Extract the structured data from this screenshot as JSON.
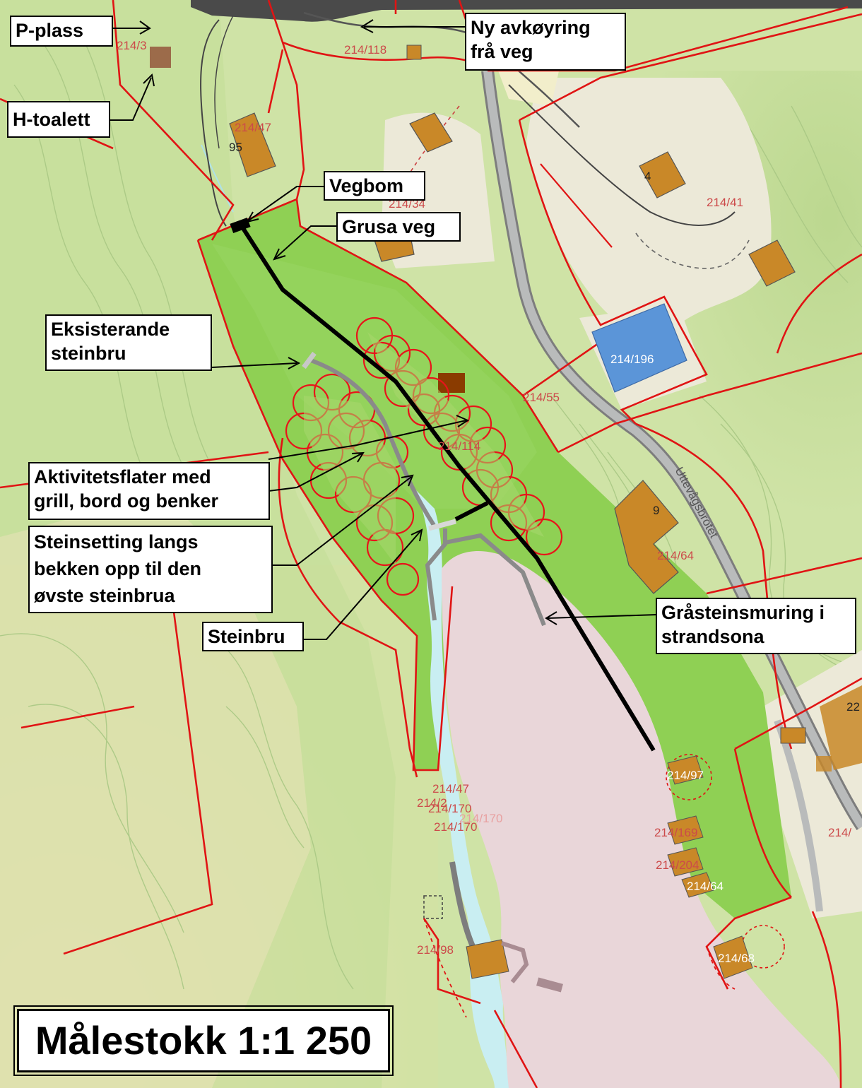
{
  "labels": {
    "p_plass": "P-plass",
    "ny_avkoyring_1": "Ny avkøyring",
    "ny_avkoyring_2": "frå veg",
    "h_toalett": "H-toalett",
    "vegbom": "Vegbom",
    "grusa_veg": "Grusa veg",
    "steinbru_eks_1": "Eksisterande",
    "steinbru_eks_2": "steinbru",
    "aktivitet_1": "Aktivitetsflater med",
    "aktivitet_2": "grill, bord og benker",
    "steinsetting_1": "Steinsetting langs",
    "steinsetting_2": "bekken opp til den",
    "steinsetting_3": "øvste steinbrua",
    "steinbru": "Steinbru",
    "grastein_1": "Gråsteinsmuring i",
    "grastein_2": "strandsona"
  },
  "scale": "Målestokk 1:1 250",
  "road_name": "Uttevågsbrotet",
  "parcels": {
    "p3": "214/3",
    "p118": "214/118",
    "p47a": "214/47",
    "p34": "214/34",
    "p41": "214/41",
    "p196": "214/196",
    "p55": "214/55",
    "p114": "214/114",
    "p64": "214/64",
    "p97": "214/97",
    "p47b": "214/47",
    "p2": "214/2",
    "p170a": "214/170",
    "p170b": "214/170",
    "p170c": "214/170",
    "p169": "214/169",
    "p204": "214/204",
    "p64b": "214/64",
    "p68": "214/68",
    "p98": "214/98",
    "pedge": "214/",
    "p22": "22"
  },
  "house_numbers": {
    "h95": "95",
    "h4": "4",
    "h9": "9"
  },
  "colors": {
    "terrain": "#cfe3a6",
    "park": "#8fd054",
    "water": "#e9d6d9",
    "stream": "#c9eef2",
    "boundary": "#e01414",
    "building": "#c98828",
    "building_blue": "#5b95d8",
    "gravel_road": "#000000",
    "stone": "#8a8a8a"
  }
}
